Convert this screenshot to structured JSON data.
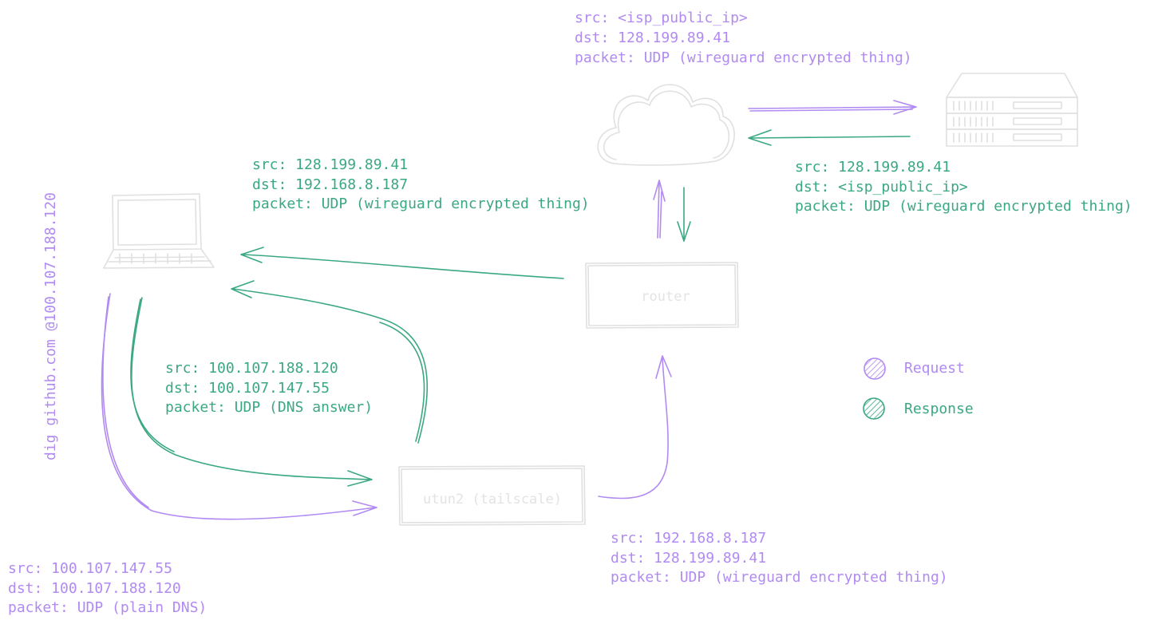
{
  "labels": {
    "top": {
      "src": "src: <isp_public_ip>",
      "dst": "dst: 128.199.89.41",
      "packet": "packet: UDP (wireguard encrypted thing)"
    },
    "server_response": {
      "src": "src: 128.199.89.41",
      "dst": "dst: <isp_public_ip>",
      "packet": "packet: UDP (wireguard encrypted thing)"
    },
    "router_to_laptop": {
      "src": "src: 128.199.89.41",
      "dst": "dst: 192.168.8.187",
      "packet": "packet: UDP (wireguard encrypted thing)"
    },
    "dns_answer": {
      "src": "src: 100.107.188.120",
      "dst": "dst: 100.107.147.55",
      "packet": "packet: UDP (DNS answer)"
    },
    "dns_query": {
      "src": "src: 100.107.147.55",
      "dst": "dst: 100.107.188.120",
      "packet": "packet: UDP (plain DNS)"
    },
    "utun_to_router": {
      "src": "src: 192.168.8.187",
      "dst": "dst: 128.199.89.41",
      "packet": "packet: UDP (wireguard encrypted thing)"
    }
  },
  "command": "dig github.com @100.107.188.120",
  "nodes": {
    "router": "router",
    "utun": "utun2 (tailscale)"
  },
  "legend": {
    "request": "Request",
    "response": "Response"
  },
  "colors": {
    "request": "#b18af2",
    "response": "#3aa882",
    "sketch": "#e0e0e0"
  },
  "icons": [
    "laptop-icon",
    "cloud-icon",
    "server-rack-icon"
  ]
}
